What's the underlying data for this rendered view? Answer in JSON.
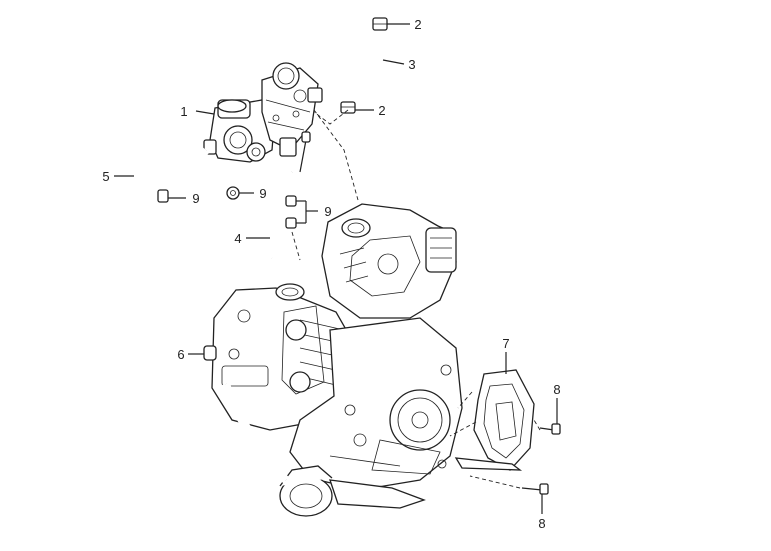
{
  "callouts": [
    "1",
    "2",
    "2",
    "3",
    "4",
    "5",
    "6",
    "7",
    "8",
    "8",
    "9",
    "9",
    "9"
  ]
}
